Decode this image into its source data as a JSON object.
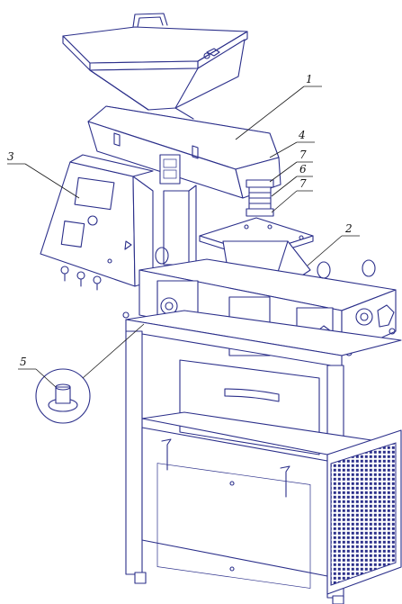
{
  "callouts": [
    {
      "id": "c1",
      "text": "1"
    },
    {
      "id": "c2",
      "text": "2"
    },
    {
      "id": "c3",
      "text": "3"
    },
    {
      "id": "c4",
      "text": "4"
    },
    {
      "id": "c5",
      "text": "5"
    },
    {
      "id": "c6",
      "text": "6"
    },
    {
      "id": "c7a",
      "text": "7"
    },
    {
      "id": "c7b",
      "text": "7"
    }
  ],
  "colors": {
    "line": "#2b2f8a",
    "background": "#ffffff",
    "leader": "#1a1a1a"
  }
}
